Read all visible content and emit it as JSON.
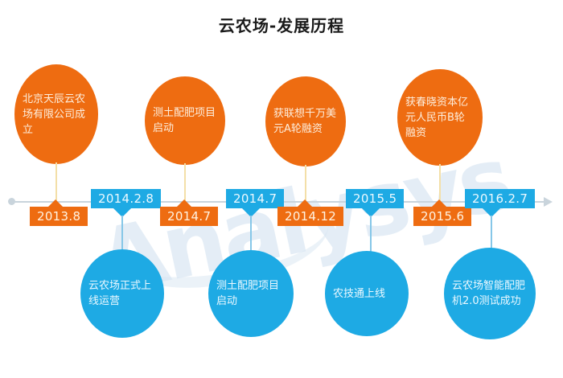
{
  "title": "云农场-发展历程",
  "watermark": "Analysys",
  "colors": {
    "orange": "#ee6c11",
    "blue": "#1eaae4",
    "axis": "#c9d4dc",
    "title_text": "#1a1a1a"
  },
  "axis": {
    "name": "timeline-axis",
    "start_cap": "dot",
    "end_cap": "arrow"
  },
  "chart_data": {
    "type": "timeline",
    "title": "云农场-发展历程",
    "orientation": "horizontal",
    "events": [
      {
        "date": "2013.8",
        "side": "above",
        "color": "#ee6c11",
        "text": "北京天辰云农场有限公司成立"
      },
      {
        "date": "2014.2.8",
        "side": "below",
        "color": "#1eaae4",
        "text": "云农场正式上线运营"
      },
      {
        "date": "2014.7",
        "side": "above",
        "color": "#ee6c11",
        "text": "测土配肥项目启动"
      },
      {
        "date": "2014.7",
        "side": "below",
        "color": "#1eaae4",
        "text": "测土配肥项目启动"
      },
      {
        "date": "2014.12",
        "side": "above",
        "color": "#ee6c11",
        "text": "获联想千万美元A轮融资"
      },
      {
        "date": "2015.5",
        "side": "below",
        "color": "#1eaae4",
        "text": "农技通上线"
      },
      {
        "date": "2015.6",
        "side": "above",
        "color": "#ee6c11",
        "text": "获春晓资本亿元人民币B轮融资"
      },
      {
        "date": "2016.2.7",
        "side": "below",
        "color": "#1eaae4",
        "text": "云农场智能配肥机2.0测试成功"
      }
    ]
  },
  "nodes": {
    "n0": {
      "date": "2013.8",
      "text": "北京天辰云农场有限公司成立"
    },
    "n1": {
      "date": "2014.2.8",
      "text": "云农场正式上线运营"
    },
    "n2": {
      "date": "2014.7",
      "text": "测土配肥项目启动"
    },
    "n3": {
      "date": "2014.7",
      "text": "测土配肥项目启动"
    },
    "n4": {
      "date": "2014.12",
      "text": "获联想千万美元A轮融资"
    },
    "n5": {
      "date": "2015.5",
      "text": "农技通上线"
    },
    "n6": {
      "date": "2015.6",
      "text": "获春晓资本亿元人民币B轮融资"
    },
    "n7": {
      "date": "2016.2.7",
      "text": "云农场智能配肥机2.0测试成功"
    }
  }
}
